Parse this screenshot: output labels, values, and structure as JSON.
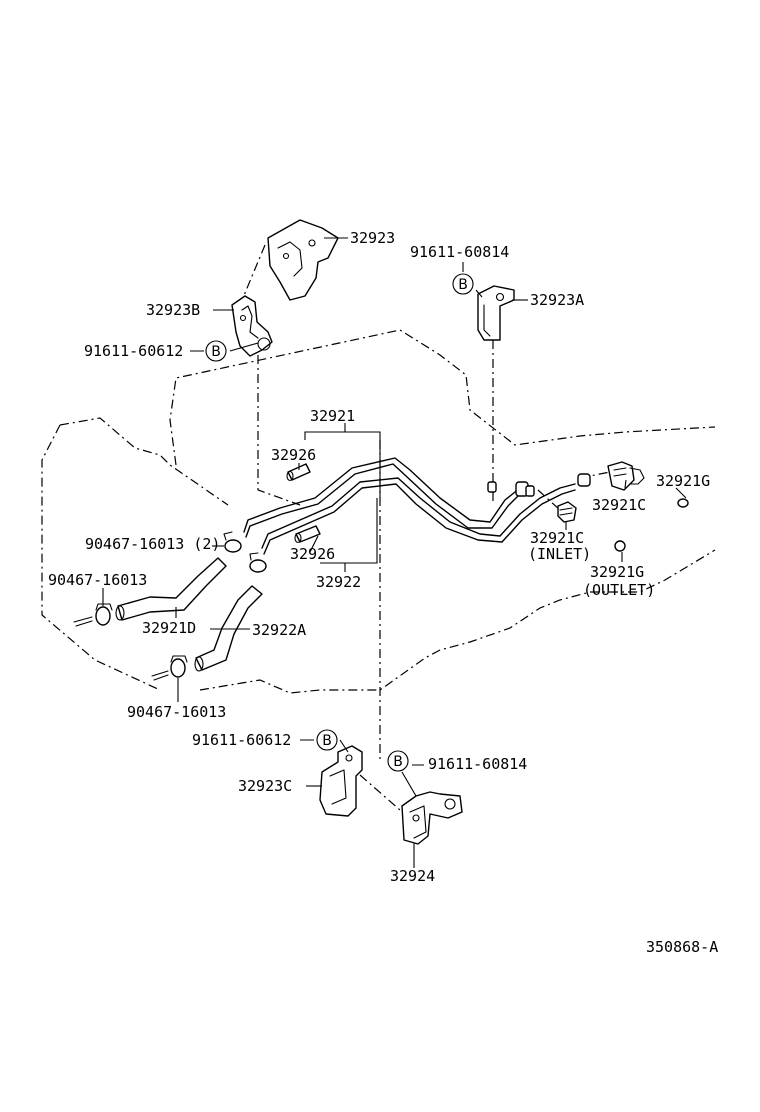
{
  "labels": {
    "p32923": "32923",
    "p32923B": "32923B",
    "p91611_60612_top": "91611-60612",
    "p91611_60814_top": "91611-60814",
    "p32923A": "32923A",
    "p32921": "32921",
    "p32926_top": "32926",
    "p32926_bot": "32926",
    "p32922": "32922",
    "p32921G_top": "32921G",
    "p32921C_top": "32921C",
    "p32921C_inlet": "32921C",
    "inlet": "(INLET)",
    "p32921G_outlet": "32921G",
    "outlet": "(OUTLET)",
    "p90467_16013_2": "90467-16013 (2)",
    "p90467_16013_left": "90467-16013",
    "p32921D": "32921D",
    "p32922A": "32922A",
    "p90467_16013_bot": "90467-16013",
    "p91611_60612_bot": "91611-60612",
    "p91611_60814_bot": "91611-60814",
    "p32923C": "32923C",
    "p32924": "32924",
    "diagram_code": "350868-A"
  },
  "markers": {
    "b1": "B",
    "b2": "B",
    "b3": "B",
    "b4": "B"
  }
}
